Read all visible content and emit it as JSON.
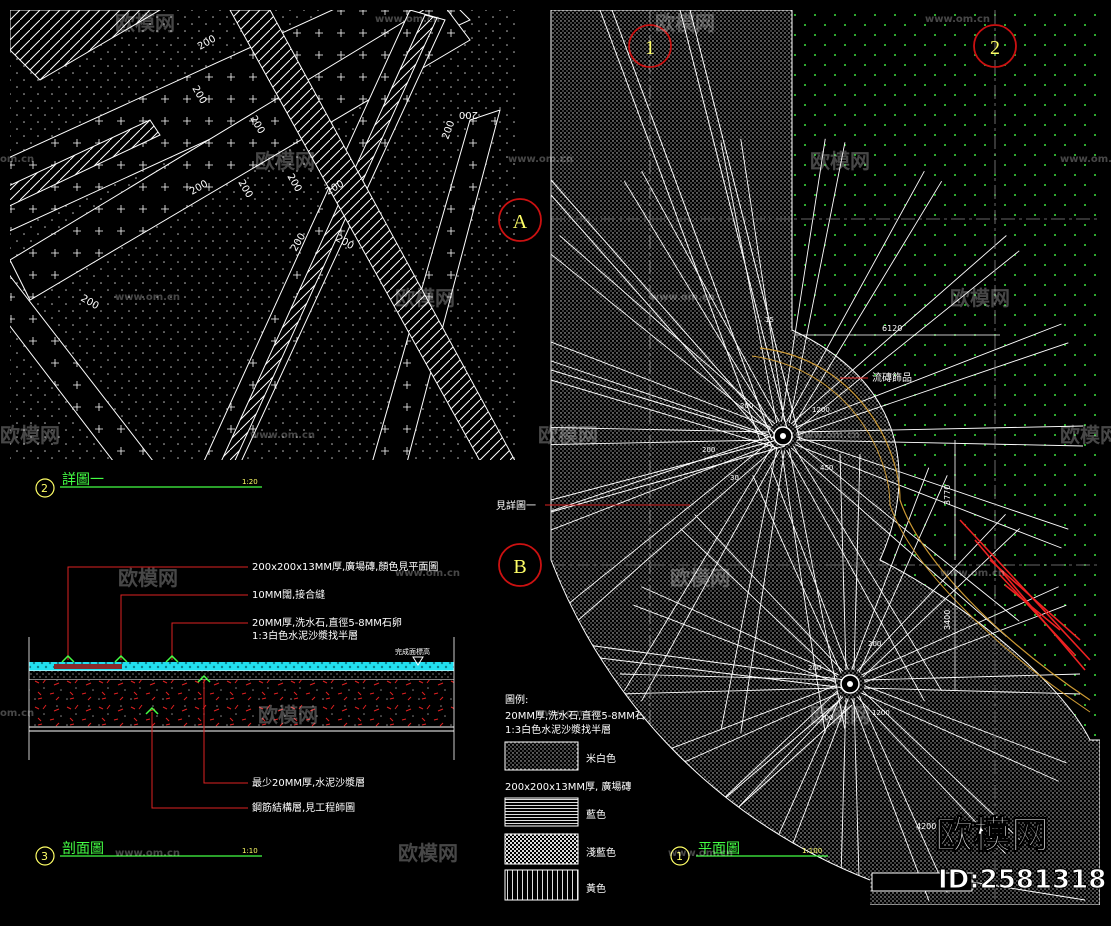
{
  "detail": {
    "number": "2",
    "title": "詳圖一",
    "scale": "1:20",
    "dims": [
      "200",
      "200",
      "200",
      "200",
      "200",
      "200",
      "200",
      "200",
      "200",
      "200",
      "200",
      "200"
    ]
  },
  "section": {
    "number": "3",
    "title": "剖面圖",
    "scale": "1:10",
    "level_note": "完成面標高",
    "callouts": [
      "200x200x13MM厚,廣場磚,顏色見平面圖",
      "10MM闊,接合縫",
      "20MM厚,洗水石,直徑5-8MM石卵",
      "1:3白色水泥沙漿找半層",
      "最少20MM厚,水泥沙漿層",
      "鋼筋結構層,見工程師圖"
    ]
  },
  "legend": {
    "title": "圖例:",
    "line1": "20MM厚,洗水石,直徑5-8MM石卵",
    "line2": "1:3白色水泥沙漿找半層",
    "swatch1_label": "米白色",
    "tile_title": "200x200x13MM厚, 廣場磚",
    "swatch2_label": "藍色",
    "swatch3_label": "淺藍色",
    "swatch4_label": "黃色"
  },
  "plan": {
    "number": "1",
    "title": "平面圖",
    "scale": "1:100",
    "grid_cols": [
      "1",
      "2"
    ],
    "grid_rows": [
      "A",
      "B"
    ],
    "dim_top": "6120",
    "dim_right1": "3770",
    "dim_right2": "3400",
    "dim_bottom": "4200",
    "label_tile": "流磚飾品",
    "label_detail": "見詳圖一",
    "ray_labels": [
      "200",
      "200",
      "1200",
      "450",
      "15",
      "30",
      "200",
      "200",
      "1200",
      "200"
    ]
  },
  "watermark": {
    "brand": "欧模网",
    "site": "www.om.cn",
    "site_short": "om.cn",
    "id": "ID:2581318"
  },
  "colors": {
    "background": "#000000",
    "line_white": "#ffffff",
    "grid_red": "#cc1111",
    "text_yellow": "#ffff66",
    "text_green": "#44ff44",
    "cyan": "#22e0f0",
    "hatch_red": "#ee2222",
    "watermark": "#ffffff"
  }
}
